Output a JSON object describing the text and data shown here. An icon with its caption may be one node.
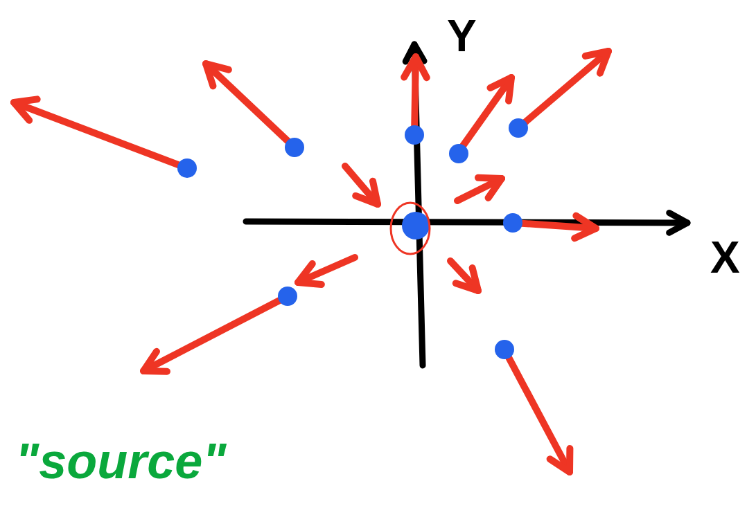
{
  "diagram": {
    "labels": [
      "Y",
      "X",
      "\"source\""
    ]
  }
}
